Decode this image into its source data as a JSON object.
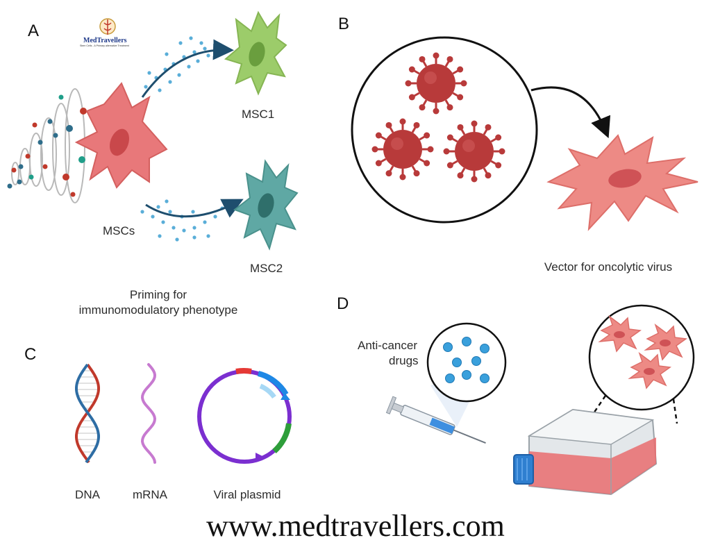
{
  "logo": {
    "name": "MedTravellers",
    "tagline": "Stem Cells - A Primary alternative Treatment"
  },
  "panels": {
    "a": {
      "letter": "A",
      "cells": [
        "MSCs",
        "MSC1",
        "MSC2"
      ],
      "caption_line1": "Priming for",
      "caption_line2": "immunomodulatory phenotype"
    },
    "b": {
      "letter": "B",
      "caption": "Vector for oncolytic virus"
    },
    "c": {
      "letter": "C",
      "items": [
        "DNA",
        "mRNA",
        "Viral plasmid"
      ]
    },
    "d": {
      "letter": "D",
      "drug_line1": "Anti-cancer",
      "drug_line2": "drugs"
    }
  },
  "footer": {
    "website": "www.medtravellers.com"
  },
  "colors": {
    "msc_pink": "#e8787a",
    "msc1_green": "#9ccc6a",
    "msc2_teal": "#5fa8a4",
    "virus_red": "#b83a3a",
    "dna_red": "#c0392b",
    "dna_blue": "#2e6da4",
    "mrna_purple": "#c77ad0",
    "plasmid_purple": "#7b2fd0",
    "drug_blue": "#3aa0dc",
    "flask_cap": "#2f7fd0"
  }
}
